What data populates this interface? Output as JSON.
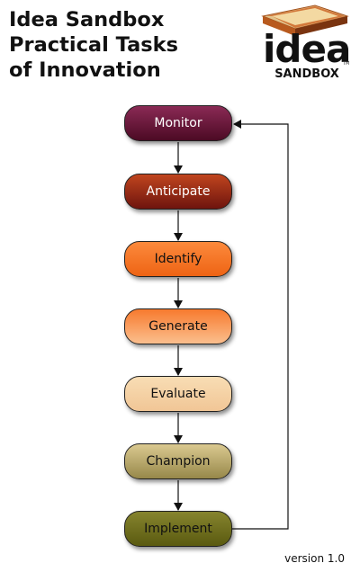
{
  "title": {
    "line1": "Idea Sandbox",
    "line2": "Practical Tasks",
    "line3": "of Innovation"
  },
  "logo": {
    "word": "idea",
    "subword": "SANDBOX",
    "tm": "TM"
  },
  "flow": {
    "steps": [
      {
        "label": "Monitor",
        "color": "#6a1838"
      },
      {
        "label": "Anticipate",
        "color": "#a0301a"
      },
      {
        "label": "Identify",
        "color": "#f5752a"
      },
      {
        "label": "Generate",
        "color": "#fa9a58"
      },
      {
        "label": "Evaluate",
        "color": "#f5d3a6"
      },
      {
        "label": "Champion",
        "color": "#b8a86a"
      },
      {
        "label": "Implement",
        "color": "#6f6e1e"
      }
    ],
    "loop": "Implement returns to Monitor"
  },
  "version": "version 1.0"
}
